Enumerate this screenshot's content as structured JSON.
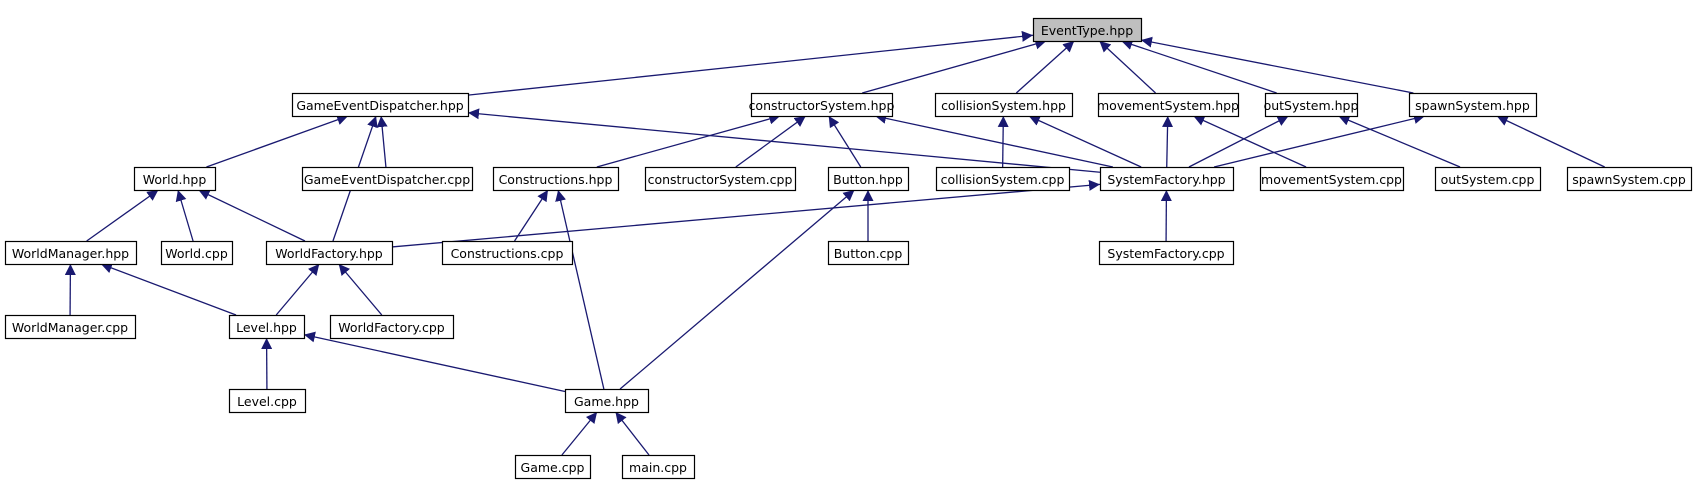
{
  "colors": {
    "edge": "#191970",
    "node_border": "#000000",
    "root_fill": "#bfbfbf",
    "node_fill": "#ffffff"
  },
  "nodes": {
    "eventtype_hpp": "EventType.hpp",
    "gameeventdispatcher_hpp": "GameEventDispatcher.hpp",
    "constructorsystem_hpp": "constructorSystem.hpp",
    "collisionsystem_hpp": "collisionSystem.hpp",
    "movementsystem_hpp": "movementSystem.hpp",
    "outsystem_hpp": "outSystem.hpp",
    "spawnsystem_hpp": "spawnSystem.hpp",
    "world_hpp": "World.hpp",
    "gameeventdispatcher_cpp": "GameEventDispatcher.cpp",
    "constructions_hpp": "Constructions.hpp",
    "constructorsystem_cpp": "constructorSystem.cpp",
    "button_hpp": "Button.hpp",
    "collisionsystem_cpp": "collisionSystem.cpp",
    "systemfactory_hpp": "SystemFactory.hpp",
    "movementsystem_cpp": "movementSystem.cpp",
    "outsystem_cpp": "outSystem.cpp",
    "spawnsystem_cpp": "spawnSystem.cpp",
    "worldmanager_hpp": "WorldManager.hpp",
    "world_cpp": "World.cpp",
    "worldfactory_hpp": "WorldFactory.hpp",
    "constructions_cpp": "Constructions.cpp",
    "button_cpp": "Button.cpp",
    "systemfactory_cpp": "SystemFactory.cpp",
    "worldmanager_cpp": "WorldManager.cpp",
    "level_hpp": "Level.hpp",
    "worldfactory_cpp": "WorldFactory.cpp",
    "level_cpp": "Level.cpp",
    "game_hpp": "Game.hpp",
    "game_cpp": "Game.cpp",
    "main_cpp": "main.cpp"
  },
  "edges": [
    [
      "gameeventdispatcher_hpp",
      "eventtype_hpp"
    ],
    [
      "constructorsystem_hpp",
      "eventtype_hpp"
    ],
    [
      "collisionsystem_hpp",
      "eventtype_hpp"
    ],
    [
      "movementsystem_hpp",
      "eventtype_hpp"
    ],
    [
      "outsystem_hpp",
      "eventtype_hpp"
    ],
    [
      "spawnsystem_hpp",
      "eventtype_hpp"
    ],
    [
      "world_hpp",
      "gameeventdispatcher_hpp"
    ],
    [
      "gameeventdispatcher_cpp",
      "gameeventdispatcher_hpp"
    ],
    [
      "worldfactory_hpp",
      "gameeventdispatcher_hpp"
    ],
    [
      "systemfactory_hpp",
      "gameeventdispatcher_hpp"
    ],
    [
      "constructions_hpp",
      "constructorsystem_hpp"
    ],
    [
      "constructorsystem_cpp",
      "constructorsystem_hpp"
    ],
    [
      "button_hpp",
      "constructorsystem_hpp"
    ],
    [
      "systemfactory_hpp",
      "constructorsystem_hpp"
    ],
    [
      "collisionsystem_cpp",
      "collisionsystem_hpp"
    ],
    [
      "systemfactory_hpp",
      "collisionsystem_hpp"
    ],
    [
      "systemfactory_hpp",
      "movementsystem_hpp"
    ],
    [
      "movementsystem_cpp",
      "movementsystem_hpp"
    ],
    [
      "systemfactory_hpp",
      "outsystem_hpp"
    ],
    [
      "outsystem_cpp",
      "outsystem_hpp"
    ],
    [
      "systemfactory_hpp",
      "spawnsystem_hpp"
    ],
    [
      "spawnsystem_cpp",
      "spawnsystem_hpp"
    ],
    [
      "worldmanager_hpp",
      "world_hpp"
    ],
    [
      "world_cpp",
      "world_hpp"
    ],
    [
      "worldfactory_hpp",
      "world_hpp"
    ],
    [
      "worldfactory_hpp",
      "systemfactory_hpp"
    ],
    [
      "systemfactory_cpp",
      "systemfactory_hpp"
    ],
    [
      "constructions_cpp",
      "constructions_hpp"
    ],
    [
      "game_hpp",
      "constructions_hpp"
    ],
    [
      "button_cpp",
      "button_hpp"
    ],
    [
      "game_hpp",
      "button_hpp"
    ],
    [
      "worldmanager_cpp",
      "worldmanager_hpp"
    ],
    [
      "level_hpp",
      "worldmanager_hpp"
    ],
    [
      "level_hpp",
      "worldfactory_hpp"
    ],
    [
      "worldfactory_cpp",
      "worldfactory_hpp"
    ],
    [
      "level_cpp",
      "level_hpp"
    ],
    [
      "game_hpp",
      "level_hpp"
    ],
    [
      "game_cpp",
      "game_hpp"
    ],
    [
      "main_cpp",
      "game_hpp"
    ]
  ]
}
